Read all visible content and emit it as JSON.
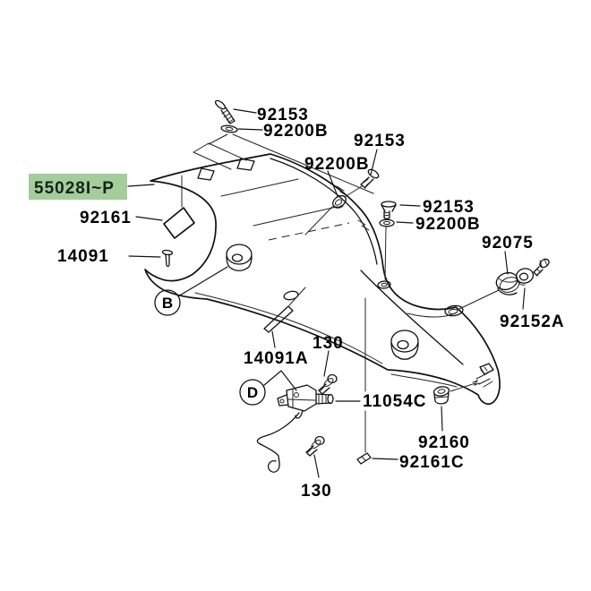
{
  "colors": {
    "highlight": "#a3cd9a",
    "line": "#111111",
    "background": "#ffffff"
  },
  "diagram": {
    "type": "exploded-parts-diagram",
    "subject": "motorcycle tail cowling assembly",
    "highlighted_part": "55028I~P",
    "labels": {
      "screw_top": "92153",
      "washer_top": "92200B",
      "screw_mid": "92153",
      "washer_mid": "92200B",
      "screw_right": "92153",
      "washer_right": "92200B",
      "damper": "92075",
      "collar": "92152A",
      "cowling": "55028I~P",
      "pad": "92161",
      "pin": "14091",
      "trim": "14091A",
      "bolt_top": "130",
      "latch": "11054C",
      "grommet": "92160",
      "pin_small": "92161C",
      "bolt_bottom": "130",
      "view_b": "B",
      "view_d": "D"
    }
  }
}
